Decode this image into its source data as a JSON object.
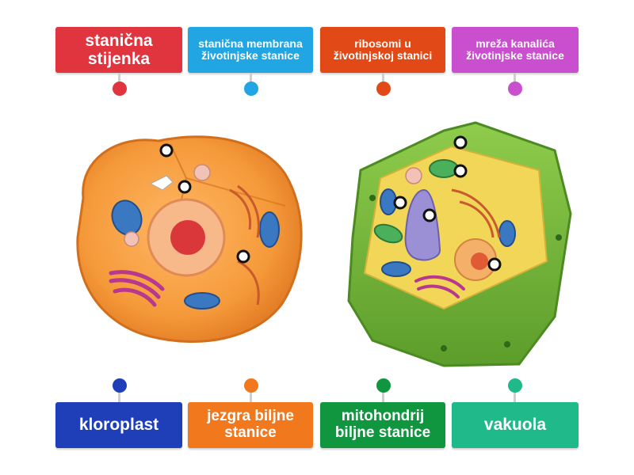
{
  "labels_top": [
    {
      "text": "stanična\nstijenka",
      "color": "#e0343f"
    },
    {
      "text": "stanična membrana\nživotinjske stanice",
      "color": "#22a6e3"
    },
    {
      "text": "ribosomi u\nživotinjskoj stanici",
      "color": "#e14a16"
    },
    {
      "text": "mreža kanalića\nživotinjske stanice",
      "color": "#c94fcf"
    }
  ],
  "labels_bottom": [
    {
      "text": "kloroplast",
      "color": "#1f3fb8"
    },
    {
      "text": "jezgra biljne\nstanice",
      "color": "#f2781e"
    },
    {
      "text": "mitohondrij\nbiljne stanice",
      "color": "#10963f"
    },
    {
      "text": "vakuola",
      "color": "#1fb98a"
    }
  ],
  "colors": {
    "animal_cell": "#f59a3a",
    "plant_wall": "#7cbf3c",
    "plant_cytoplasm": "#f2d657",
    "nucleus": "#e8573a",
    "vacuole": "#9b8fd6"
  }
}
